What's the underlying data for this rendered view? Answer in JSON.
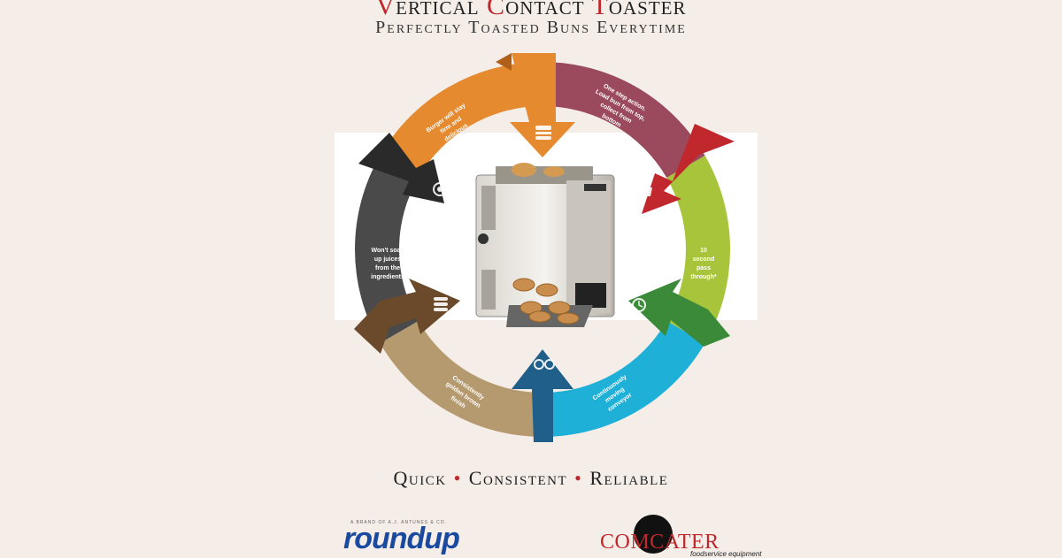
{
  "header": {
    "title_parts": [
      "V",
      "ertical ",
      "C",
      "ontact ",
      "T",
      "oaster"
    ],
    "subtitle": "Perfectly Toasted Buns Everytime"
  },
  "wheel": {
    "segments": [
      {
        "label": "Burger will stay firm and delicious",
        "color": "#e58a2e",
        "icon": "burger-icon"
      },
      {
        "label": "One step action. Load bun from top, collect from bottom",
        "color": "#9a4a5c",
        "icon": "thumbs-up-icon"
      },
      {
        "label": "10 second pass through*",
        "color": "#a8c43a",
        "icon": "clock-icon"
      },
      {
        "label": "Continuously moving conveyor",
        "color": "#1fb0d8",
        "icon": "conveyor-icon"
      },
      {
        "label": "Consistently golden brown finish",
        "color": "#b59a70",
        "icon": "bun-stack-icon"
      },
      {
        "label": "Won't soak up juices from the ingredients",
        "color": "#4a4a4a",
        "icon": "drop-icon"
      }
    ]
  },
  "tagline": {
    "words": [
      "Quick",
      "Consistent",
      "Reliable"
    ],
    "sep": "•"
  },
  "logos": {
    "roundup": "roundup",
    "roundup_top": "A BRAND OF A.J. ANTUNES & CO.",
    "comcater": "COMCATER",
    "comcater_sub": "foodservice equipment"
  },
  "colors": {
    "accent": "#c0282d"
  }
}
